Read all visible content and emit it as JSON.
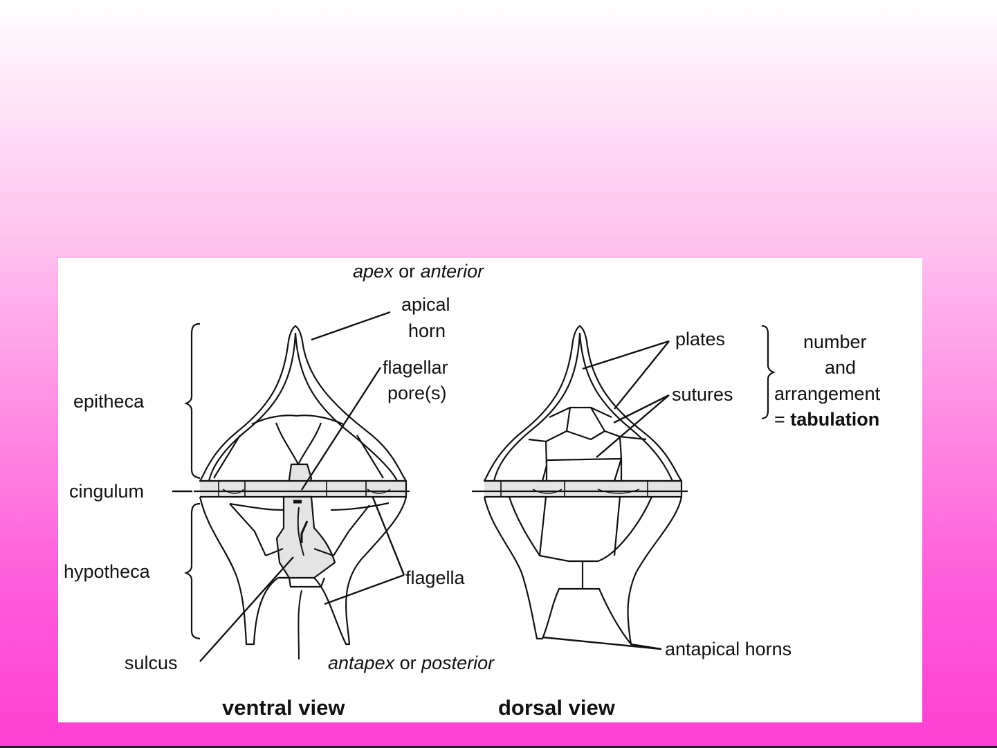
{
  "figure": {
    "top_label": {
      "term1": "apex",
      "mid": " or ",
      "term2": "anterior"
    },
    "bottom_label": {
      "term1": "antapex",
      "mid": " or ",
      "term2": "posterior"
    },
    "labels": {
      "apical_horn_1": "apical",
      "apical_horn_2": "horn",
      "flagellar_pore_1": "flagellar",
      "flagellar_pore_2": "pore(s)",
      "epitheca": "epitheca",
      "cingulum": "cingulum",
      "hypotheca": "hypotheca",
      "sulcus": "sulcus",
      "flagella": "flagella",
      "plates": "plates",
      "sutures": "sutures",
      "number": "number",
      "and": "and",
      "arrangement": "arrangement",
      "equals": "= ",
      "tabulation": "tabulation",
      "antapical_horns": "antapical horns"
    },
    "captions": {
      "ventral": "ventral view",
      "dorsal": "dorsal view"
    }
  },
  "colors": {
    "line": "#111111",
    "shade": "#e4e4e4",
    "panel": "#ffffff"
  }
}
